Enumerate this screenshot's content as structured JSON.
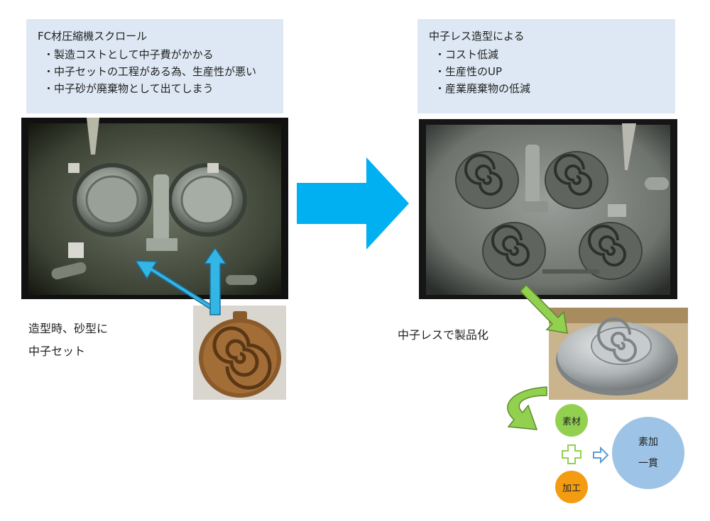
{
  "left_panel": {
    "title": "FC材圧縮機スクロール",
    "bullets": [
      "製造コストとして中子費がかかる",
      "中子セットの工程がある為、生産性が悪い",
      "中子砂が廃棄物として出てしまう"
    ]
  },
  "right_panel": {
    "title": "中子レス造型による",
    "bullets": [
      "コスト低減",
      "生産性のUP",
      "産業廃棄物の低減"
    ]
  },
  "left_caption": {
    "line1": "造型時、砂型に",
    "line2": "中子セット"
  },
  "right_caption": "中子レスで製品化",
  "circles": {
    "material": "素材",
    "processing": "加工",
    "integrated_line1": "素加",
    "integrated_line2": "一貫"
  },
  "colors": {
    "panel_bg": "#dde8f4",
    "big_arrow": "#00b0f0",
    "blue_arrow": "#33b5e5",
    "green_arrow": "#92d050",
    "material": "#92d050",
    "processing": "#f39c12",
    "integrated": "#9dc3e6"
  },
  "icons": {
    "big_arrow": "right-arrow-icon",
    "plus": "plus-icon",
    "small_arrow": "small-right-arrow-icon"
  }
}
